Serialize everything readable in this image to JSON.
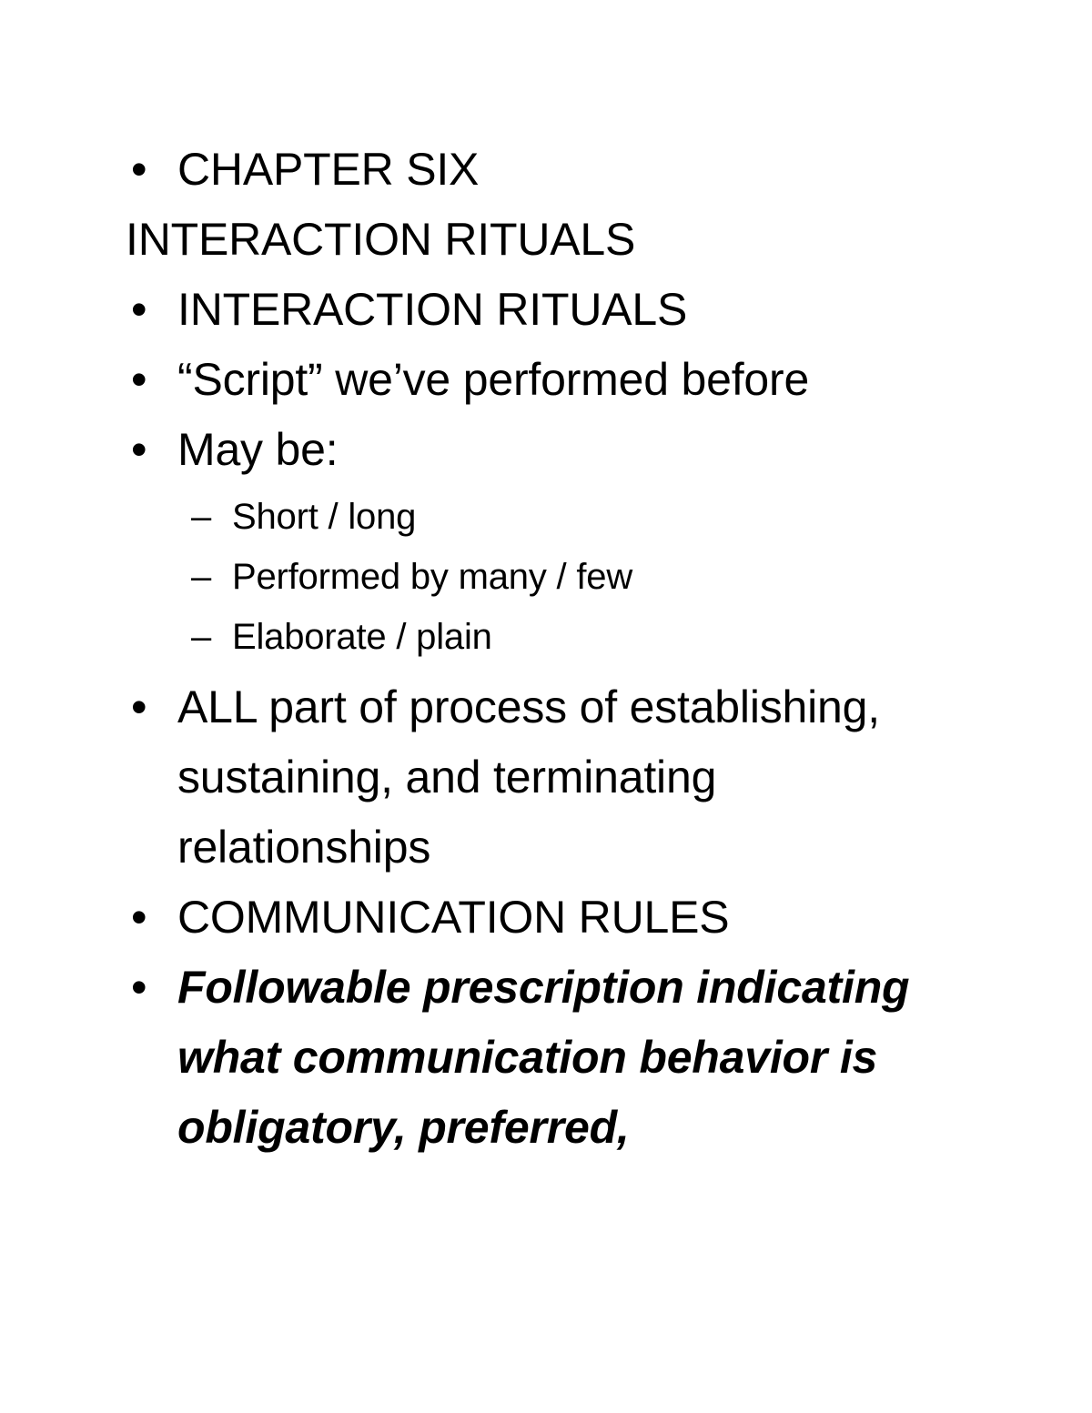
{
  "page": {
    "background_color": "#ffffff",
    "text_color": "#000000"
  },
  "markers": {
    "bullet": "•",
    "dash": "–"
  },
  "slide": {
    "blocks": [
      {
        "level": 1,
        "text": "CHAPTER SIX",
        "continuation": "INTERACTION RITUALS"
      },
      {
        "level": 1,
        "text": "INTERACTION RITUALS"
      },
      {
        "level": 1,
        "text": "“Script” we’ve performed before"
      },
      {
        "level": 1,
        "text": "May be:"
      },
      {
        "level": 2,
        "text": "Short / long"
      },
      {
        "level": 2,
        "text": "Performed by many / few"
      },
      {
        "level": 2,
        "text": "Elaborate / plain"
      },
      {
        "level": 1,
        "text": "ALL part of process of establishing, sustaining, and terminating relationships"
      },
      {
        "level": 1,
        "text": "COMMUNICATION RULES"
      },
      {
        "level": 1,
        "style": "bold-italic",
        "text": "Followable prescription indicating what communication behavior is obligatory, preferred,"
      }
    ]
  }
}
